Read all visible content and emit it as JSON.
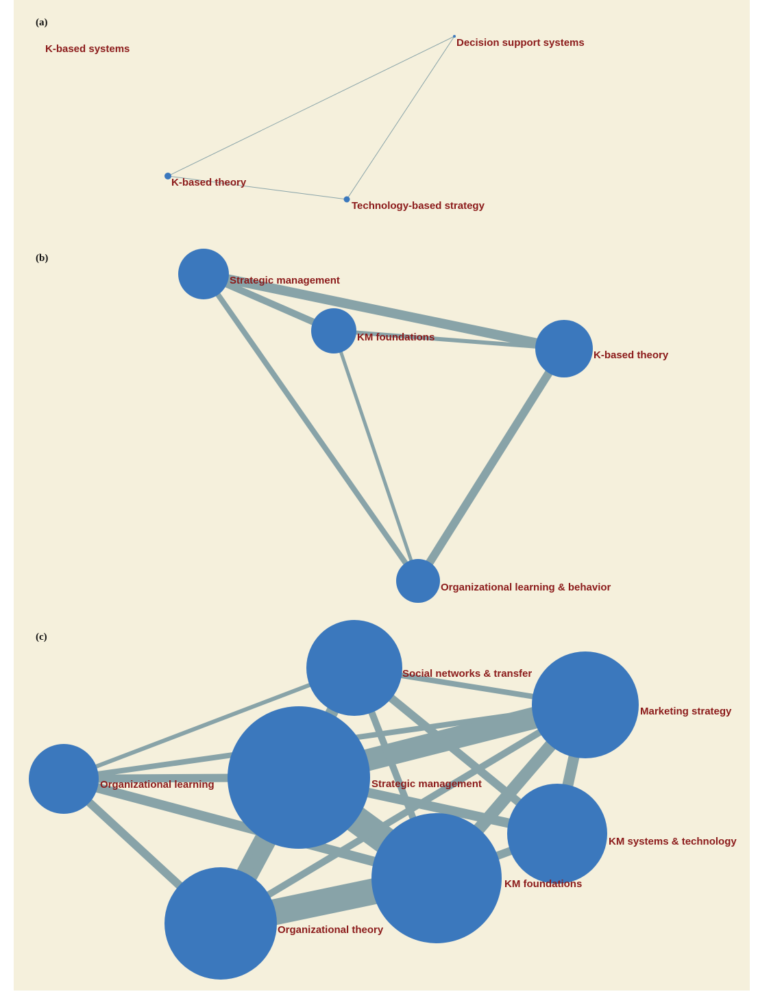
{
  "colors": {
    "background": "#f5f0dc",
    "node": "#3b78bd",
    "edge": "#88a3a8",
    "label": "#8b1a1a"
  },
  "panels": [
    {
      "label": "(a)",
      "nodes": [
        {
          "id": "a-kbs",
          "label": "K-based systems"
        },
        {
          "id": "a-dss",
          "label": "Decision support systems"
        },
        {
          "id": "a-kbt",
          "label": "K-based theory"
        },
        {
          "id": "a-tbs",
          "label": "Technology-based strategy"
        }
      ],
      "edges": [
        [
          "a-dss",
          "a-kbt"
        ],
        [
          "a-dss",
          "a-tbs"
        ],
        [
          "a-kbt",
          "a-tbs"
        ]
      ]
    },
    {
      "label": "(b)",
      "nodes": [
        {
          "id": "b-sm",
          "label": "Strategic management"
        },
        {
          "id": "b-kmf",
          "label": "KM foundations"
        },
        {
          "id": "b-kbt",
          "label": "K-based theory"
        },
        {
          "id": "b-olb",
          "label": "Organizational learning & behavior"
        }
      ],
      "edges": [
        [
          "b-sm",
          "b-kbt"
        ],
        [
          "b-sm",
          "b-kmf"
        ],
        [
          "b-kmf",
          "b-kbt"
        ],
        [
          "b-sm",
          "b-olb"
        ],
        [
          "b-kmf",
          "b-olb"
        ],
        [
          "b-kbt",
          "b-olb"
        ]
      ]
    },
    {
      "label": "(c)",
      "nodes": [
        {
          "id": "c-snt",
          "label": "Social networks & transfer"
        },
        {
          "id": "c-ms",
          "label": "Marketing strategy"
        },
        {
          "id": "c-ol",
          "label": "Organizational learning"
        },
        {
          "id": "c-sm",
          "label": "Strategic management"
        },
        {
          "id": "c-kmst",
          "label": "KM systems & technology"
        },
        {
          "id": "c-kmf",
          "label": "KM foundations"
        },
        {
          "id": "c-ot",
          "label": "Organizational theory"
        }
      ],
      "edges": [
        [
          "c-sm",
          "c-ms"
        ],
        [
          "c-sm",
          "c-kmf"
        ],
        [
          "c-sm",
          "c-ot"
        ],
        [
          "c-kmf",
          "c-ot"
        ],
        [
          "c-ms",
          "c-kmf"
        ],
        [
          "c-ms",
          "c-kmst"
        ],
        [
          "c-snt",
          "c-ms"
        ],
        [
          "c-snt",
          "c-sm"
        ],
        [
          "c-snt",
          "c-kmf"
        ],
        [
          "c-snt",
          "c-kmst"
        ],
        [
          "c-ol",
          "c-snt"
        ],
        [
          "c-ol",
          "c-sm"
        ],
        [
          "c-ol",
          "c-ms"
        ],
        [
          "c-ol",
          "c-kmf"
        ],
        [
          "c-ol",
          "c-ot"
        ],
        [
          "c-ms",
          "c-ot"
        ],
        [
          "c-sm",
          "c-kmst"
        ],
        [
          "c-kmf",
          "c-kmst"
        ],
        [
          "c-snt",
          "c-ot"
        ]
      ]
    }
  ]
}
